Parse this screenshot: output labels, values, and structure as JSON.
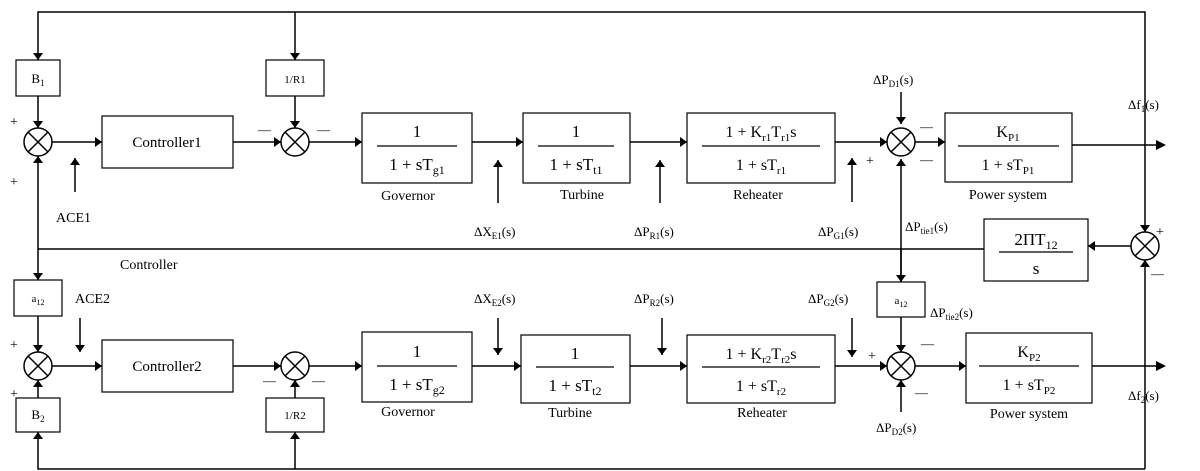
{
  "blocks": {
    "B1": {
      "main": "B",
      "sub": "1"
    },
    "B2": {
      "main": "B",
      "sub": "2"
    },
    "R1": "1/R1",
    "R2": "1/R2",
    "a12_left": {
      "main": "a",
      "sub": "12"
    },
    "a12_right": {
      "main": "a",
      "sub": "12"
    },
    "controller1": "Controller1",
    "controller2": "Controller2",
    "gov1": {
      "num": "1",
      "den_pre": "1 + sT",
      "den_sub": "g1"
    },
    "gov2": {
      "num": "1",
      "den_pre": "1 + sT",
      "den_sub": "g2"
    },
    "turb1": {
      "num": "1",
      "den_pre": "1 + sT",
      "den_sub": "t1"
    },
    "turb2": {
      "num": "1",
      "den_pre": "1 + sT",
      "den_sub": "t2"
    },
    "reh1": {
      "num_a": "1 + K",
      "num_b": "r1",
      "num_c": "T",
      "num_d": "r1",
      "num_e": "s",
      "den_pre": "1 + sT",
      "den_sub": "r1"
    },
    "reh2": {
      "num_a": "1 + K",
      "num_b": "r2",
      "num_c": "T",
      "num_d": "r2",
      "num_e": "s",
      "den_pre": "1 + sT",
      "den_sub": "r2"
    },
    "ps1": {
      "num_main": "K",
      "num_sub": "P1",
      "den_pre": "1 + sT",
      "den_sub": "P1"
    },
    "ps2": {
      "num_main": "K",
      "num_sub": "P2",
      "den_pre": "1 + sT",
      "den_sub": "P2"
    },
    "tie": {
      "num_pre": "2ΠT",
      "num_sub": "12",
      "den": "s"
    }
  },
  "labels": {
    "governor1": "Governor",
    "turbine1": "Turbine",
    "reheater1": "Reheater",
    "power_system1": "Power system",
    "governor2": "Governor",
    "turbine2": "Turbine",
    "reheater2": "Reheater",
    "power_system2": "Power system",
    "ace1": "ACE1",
    "ace2": "ACE2",
    "controller": "Controller",
    "dXE1": {
      "pre": "ΔX",
      "sub": "E1",
      "post": "(s)"
    },
    "dXE2": {
      "pre": "ΔX",
      "sub": "E2",
      "post": "(s)"
    },
    "dPR1": {
      "pre": "ΔP",
      "sub": "R1",
      "post": "(s)"
    },
    "dPR2": {
      "pre": "ΔP",
      "sub": "R2",
      "post": "(s)"
    },
    "dPG1": {
      "pre": "ΔP",
      "sub": "G1",
      "post": "(s)"
    },
    "dPG2": {
      "pre": "ΔP",
      "sub": "G2",
      "post": "(s)"
    },
    "dPD1": {
      "pre": "ΔP",
      "sub": "D1",
      "post": "(s)"
    },
    "dPD2": {
      "pre": "ΔP",
      "sub": "D2",
      "post": "(s)"
    },
    "dPtie1": {
      "pre": "ΔP",
      "sub": "tie1",
      "post": "(s)"
    },
    "dPtie2": {
      "pre": "ΔP",
      "sub": "tie2",
      "post": "(s)"
    },
    "df1": {
      "pre": "Δf",
      "sub": "1",
      "post": "(s)"
    },
    "df2": {
      "pre": "Δf",
      "sub": "2",
      "post": "(s)"
    }
  },
  "signs": {
    "plus": "+",
    "minus": "—"
  }
}
